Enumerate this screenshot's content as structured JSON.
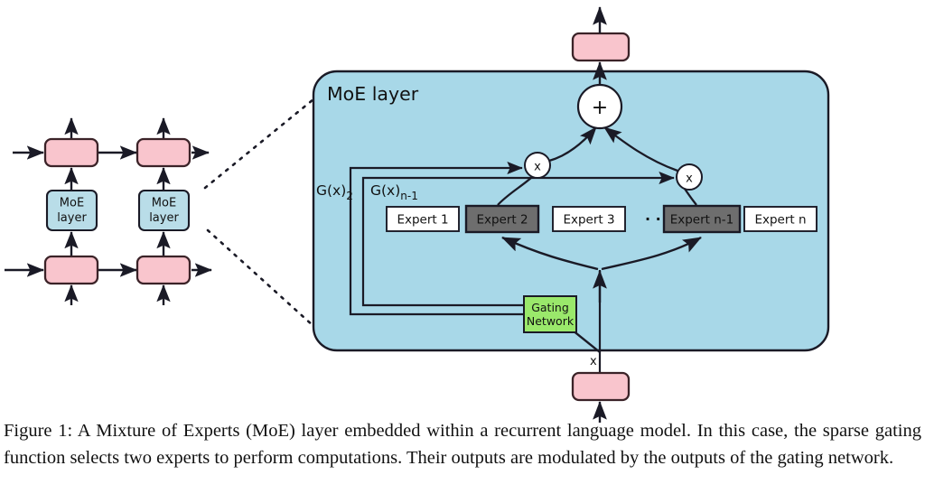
{
  "figure": {
    "caption_label": "Figure 1:",
    "caption_text": " A Mixture of Experts (MoE) layer embedded within a recurrent language model. In this case, the sparse gating function selects two experts to perform computations. Their outputs are modulated by the outputs of the gating network."
  },
  "colors": {
    "pink": "#f9c5cd",
    "blue_box": "#a8d8e8",
    "light_blue": "#b9dde8",
    "green": "#9ae86b",
    "expert_selected": "#6e6e6e",
    "expert_unselected": "#ffffff",
    "stroke": "#1a1a26",
    "text": "#111111"
  },
  "rnn_diagram": {
    "moe_cell_label_line1": "MoE",
    "moe_cell_label_line2": "layer",
    "cells": [
      {
        "name": "timestep-1",
        "moe_label": "MoE layer"
      },
      {
        "name": "timestep-2",
        "moe_label": "MoE layer"
      }
    ]
  },
  "moe_layer": {
    "title": "MoE layer",
    "input_label": "x",
    "sum_symbol": "+",
    "multiply_symbol": "x",
    "gating": {
      "line1": "Gating",
      "line2": "Network"
    },
    "gate_weights": [
      {
        "name": "gate-weight-2",
        "base": "G(x)",
        "sub": "2"
      },
      {
        "name": "gate-weight-n-1",
        "base": "G(x)",
        "sub": "n-1"
      }
    ],
    "ellipsis": "·  ·  ·",
    "experts": [
      {
        "label": "Expert 1",
        "selected": false
      },
      {
        "label": "Expert 2",
        "selected": true
      },
      {
        "label": "Expert 3",
        "selected": false
      },
      {
        "label": "Expert n-1",
        "selected": true
      },
      {
        "label": "Expert n",
        "selected": false
      }
    ]
  }
}
